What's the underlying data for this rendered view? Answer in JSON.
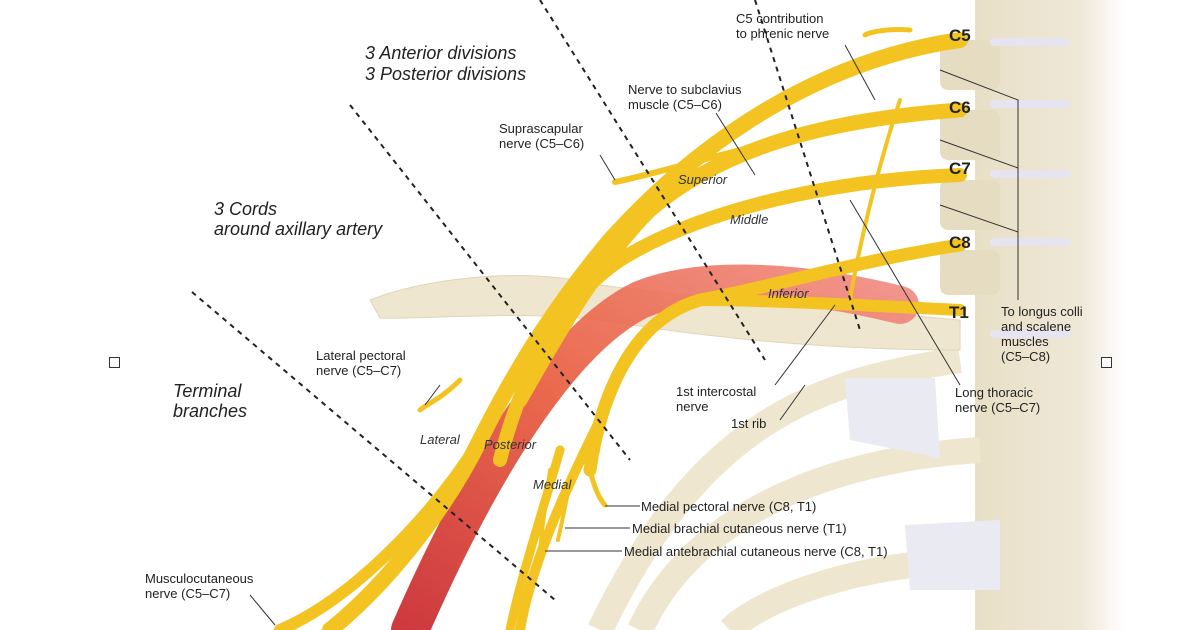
{
  "headings": {
    "divisions_1": "3 Anterior divisions",
    "divisions_2": "3 Posterior divisions",
    "cords": "3 Cords\naround axillary artery",
    "terminal": "Terminal\nbranches"
  },
  "roots": [
    "C5",
    "C6",
    "C7",
    "C8",
    "T1"
  ],
  "trunks": {
    "superior": "Superior",
    "middle": "Middle",
    "inferior": "Inferior"
  },
  "cords": {
    "lateral": "Lateral",
    "posterior": "Posterior",
    "medial": "Medial"
  },
  "labels": {
    "phrenic": "C5 contribution\nto phrenic nerve",
    "subclavius": "Nerve to subclavius\nmuscle (C5–C6)",
    "suprascapular": "Suprascapular\nnerve (C5–C6)",
    "lateral_pectoral": "Lateral pectoral\nnerve (C5–C7)",
    "longus_colli": "To longus colli\nand scalene\nmuscles\n(C5–C8)",
    "long_thoracic": "Long thoracic\nnerve (C5–C7)",
    "intercostal": "1st intercostal\nnerve",
    "first_rib": "1st rib",
    "medial_pectoral": "Medial pectoral nerve (C8, T1)",
    "medial_brachial": "Medial brachial cutaneous nerve (T1)",
    "medial_antebrachial": "Medial antebrachial cutaneous nerve (C8, T1)",
    "musculocutaneous": "Musculocutaneous\nnerve (C5–C7)"
  },
  "colors": {
    "nerve": "#f3c421",
    "artery": "#e0452a",
    "bone": "#efe6cf"
  }
}
